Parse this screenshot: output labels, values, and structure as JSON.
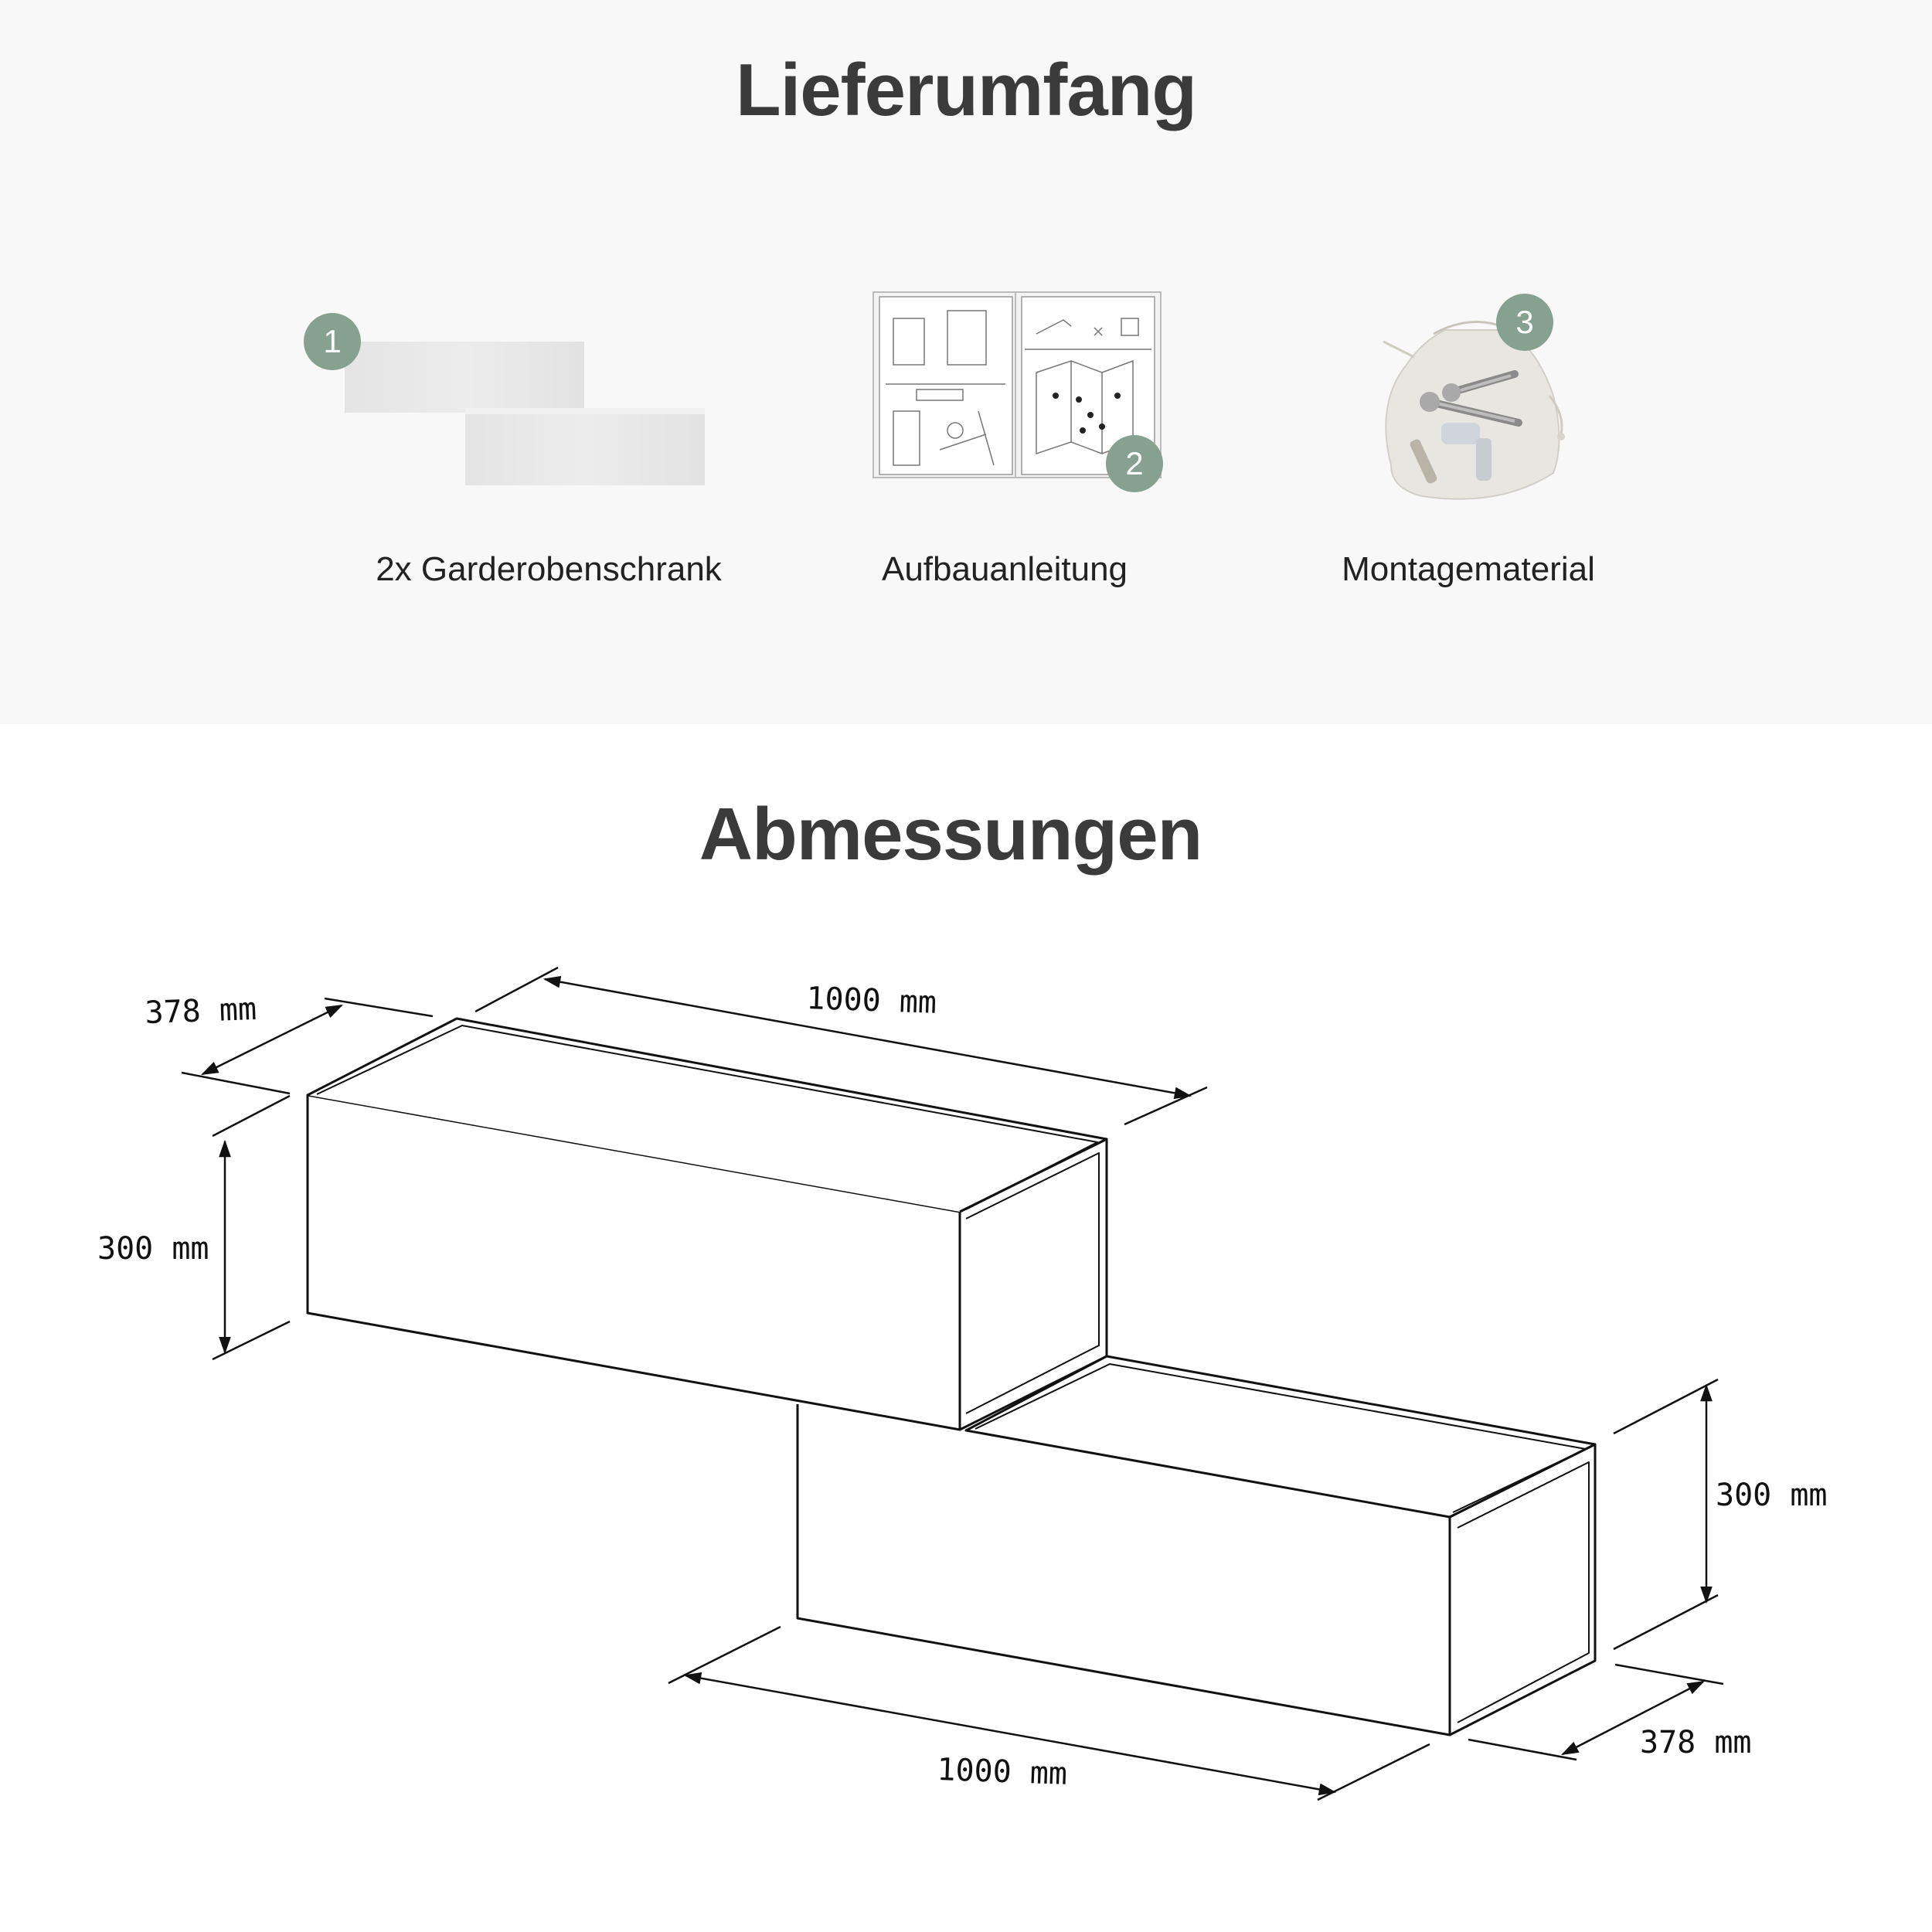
{
  "delivery": {
    "title": "Lieferumfang",
    "items": [
      {
        "number": "1",
        "label": "2x Garderobenschrank",
        "icon": "cabinet-icon"
      },
      {
        "number": "2",
        "label": "Aufbauanleitung",
        "icon": "manual-icon"
      },
      {
        "number": "3",
        "label": "Montagematerial",
        "icon": "hardware-bag-icon"
      }
    ]
  },
  "dimensions": {
    "title": "Abmessungen",
    "upper": {
      "depth": "378 mm",
      "width": "1000 mm",
      "height": "300 mm"
    },
    "lower": {
      "depth": "378 mm",
      "width": "1000 mm",
      "height": "300 mm"
    }
  },
  "colors": {
    "badge": "#86a190",
    "top_background": "#f8f8f8"
  }
}
